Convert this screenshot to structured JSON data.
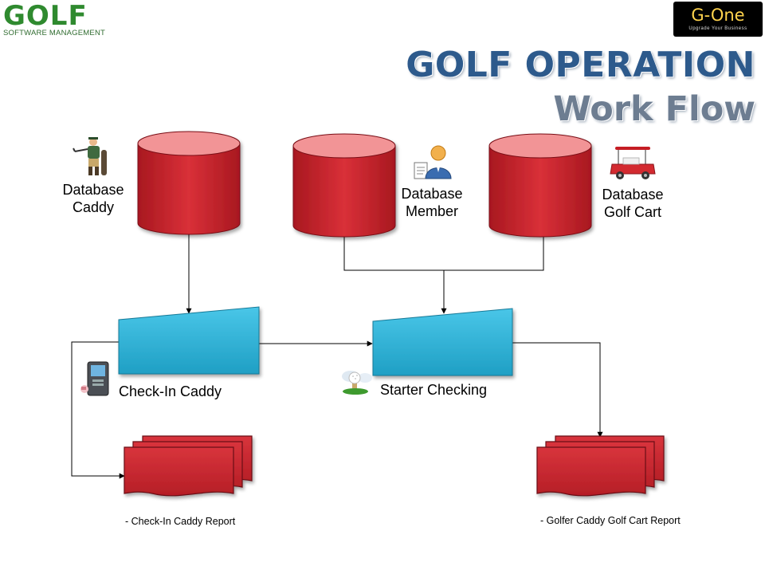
{
  "logo_left": {
    "word": "GOLF",
    "subtitle": "SOFTWARE MANAGEMENT"
  },
  "logo_right": {
    "name": "G-One",
    "tagline": "Upgrade Your Business"
  },
  "title": {
    "line1": "GOLF OPERATION",
    "line2": "Work Flow"
  },
  "databases": {
    "caddy": {
      "line1": "Database",
      "line2": "Caddy",
      "icon": "golfer-icon"
    },
    "member": {
      "line1": "Database",
      "line2": "Member",
      "icon": "member-icon"
    },
    "golf_cart": {
      "line1": "Database",
      "line2": "Golf Cart",
      "icon": "golf-cart-icon"
    }
  },
  "processes": {
    "checkin": {
      "label": "Check-In Caddy",
      "icon": "kiosk-icon"
    },
    "starter": {
      "label": "Starter Checking",
      "icon": "golf-ball-icon"
    }
  },
  "reports": {
    "checkin_report": "- Check-In  Caddy  Report",
    "golfer_report": "- Golfer  Caddy  Golf  Cart  Report"
  },
  "colors": {
    "database_red": "#c8252d",
    "database_top": "#f29496",
    "process_cyan": "#29b4d9",
    "title_blue": "#2d5a8c",
    "title_gray": "#6d7d91"
  }
}
